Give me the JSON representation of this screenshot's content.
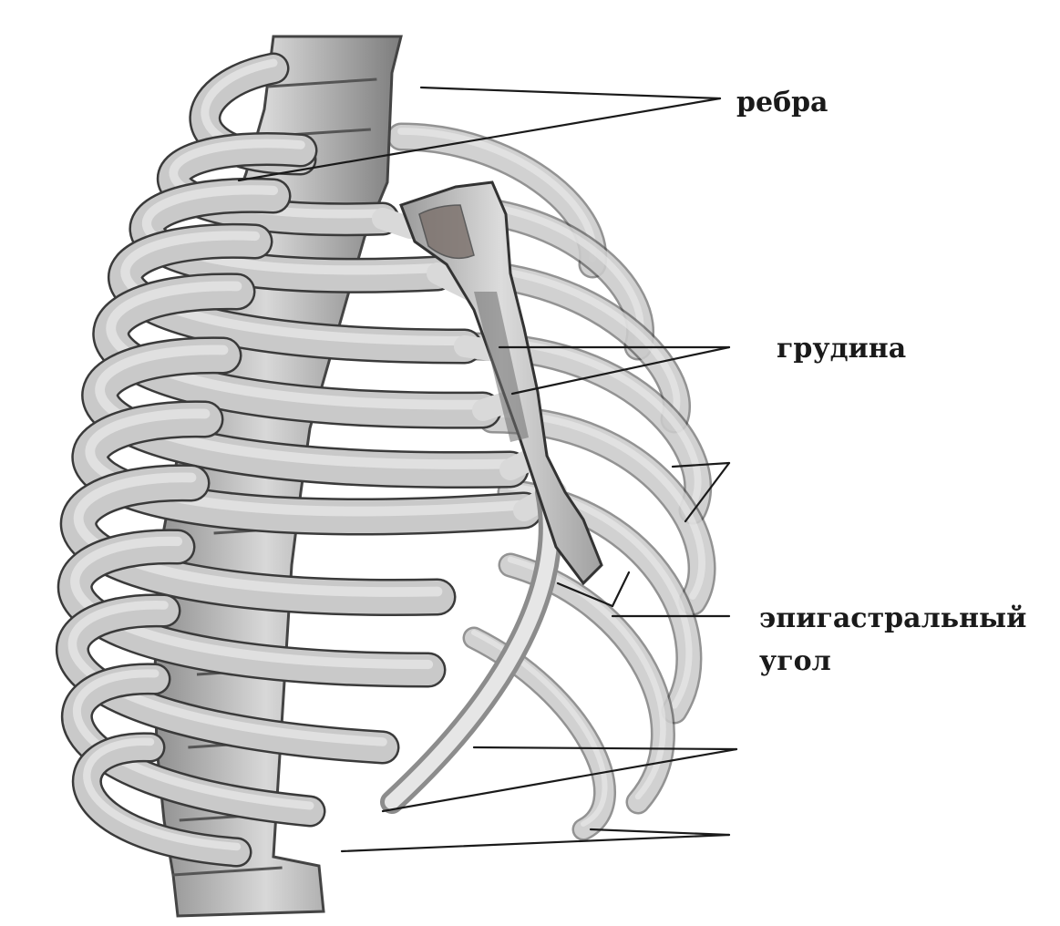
{
  "labels": {
    "ribs": "ребра",
    "sternum": "грудина",
    "epigastric_line1": "эпигастральный",
    "epigastric_line2": "угол"
  },
  "colors": {
    "bone_fill": "#c9c9c9",
    "bone_outline": "#3a3a3a",
    "bone_highlight": "#e6e6e6",
    "bone_shadow": "#8c8c8c",
    "label_text": "#1a1a1a"
  }
}
